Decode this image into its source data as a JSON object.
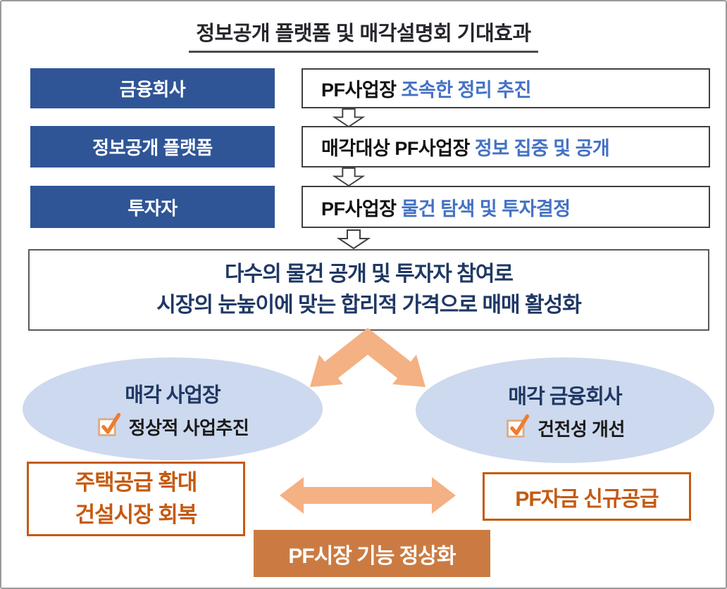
{
  "title": "정보공개 플랫폼 및 매각설명회 기대효과",
  "flow_rows": [
    {
      "actor": "금융회사",
      "action_plain": "PF사업장 ",
      "action_highlight": "조속한 정리 추진"
    },
    {
      "actor": "정보공개 플랫폼",
      "action_plain": "매각대상 PF사업장 ",
      "action_highlight": "정보 집중 및 공개"
    },
    {
      "actor": "투자자",
      "action_plain": "PF사업장 ",
      "action_highlight": "물건 탐색 및 투자결정"
    }
  ],
  "summary": {
    "line1": "다수의 물건 공개 및 투자자 참여로",
    "line2": "시장의 눈높이에 맞는 합리적 가격으로 매매 활성화"
  },
  "bubbles": {
    "left": {
      "title": "매각 사업장",
      "item": "정상적 사업추진"
    },
    "right": {
      "title": "매각 금융회사",
      "item": "건전성 개선"
    }
  },
  "outcomes": {
    "left_line1": "주택공급 확대",
    "left_line2": "건설시장 회복",
    "right": "PF자금 신규공급",
    "bottom": "PF시장 기능 정상화"
  },
  "icons": {
    "down_arrow": "hollow-down-arrow",
    "split_arrow": "orange-split-arrow",
    "double_arrow": "orange-double-headed-arrow",
    "checkbox": "orange-checked-checkbox"
  },
  "colors": {
    "actor_box_fill": "#2F5597",
    "highlight_text": "#4472C4",
    "navy_text": "#1F3864",
    "bubble_fill": "#CDD9EE",
    "peach_arrow": "#F4B183",
    "orange_accent": "#C55A11",
    "orange_box_fill": "#CB7B42",
    "border_dark": "#404040"
  }
}
